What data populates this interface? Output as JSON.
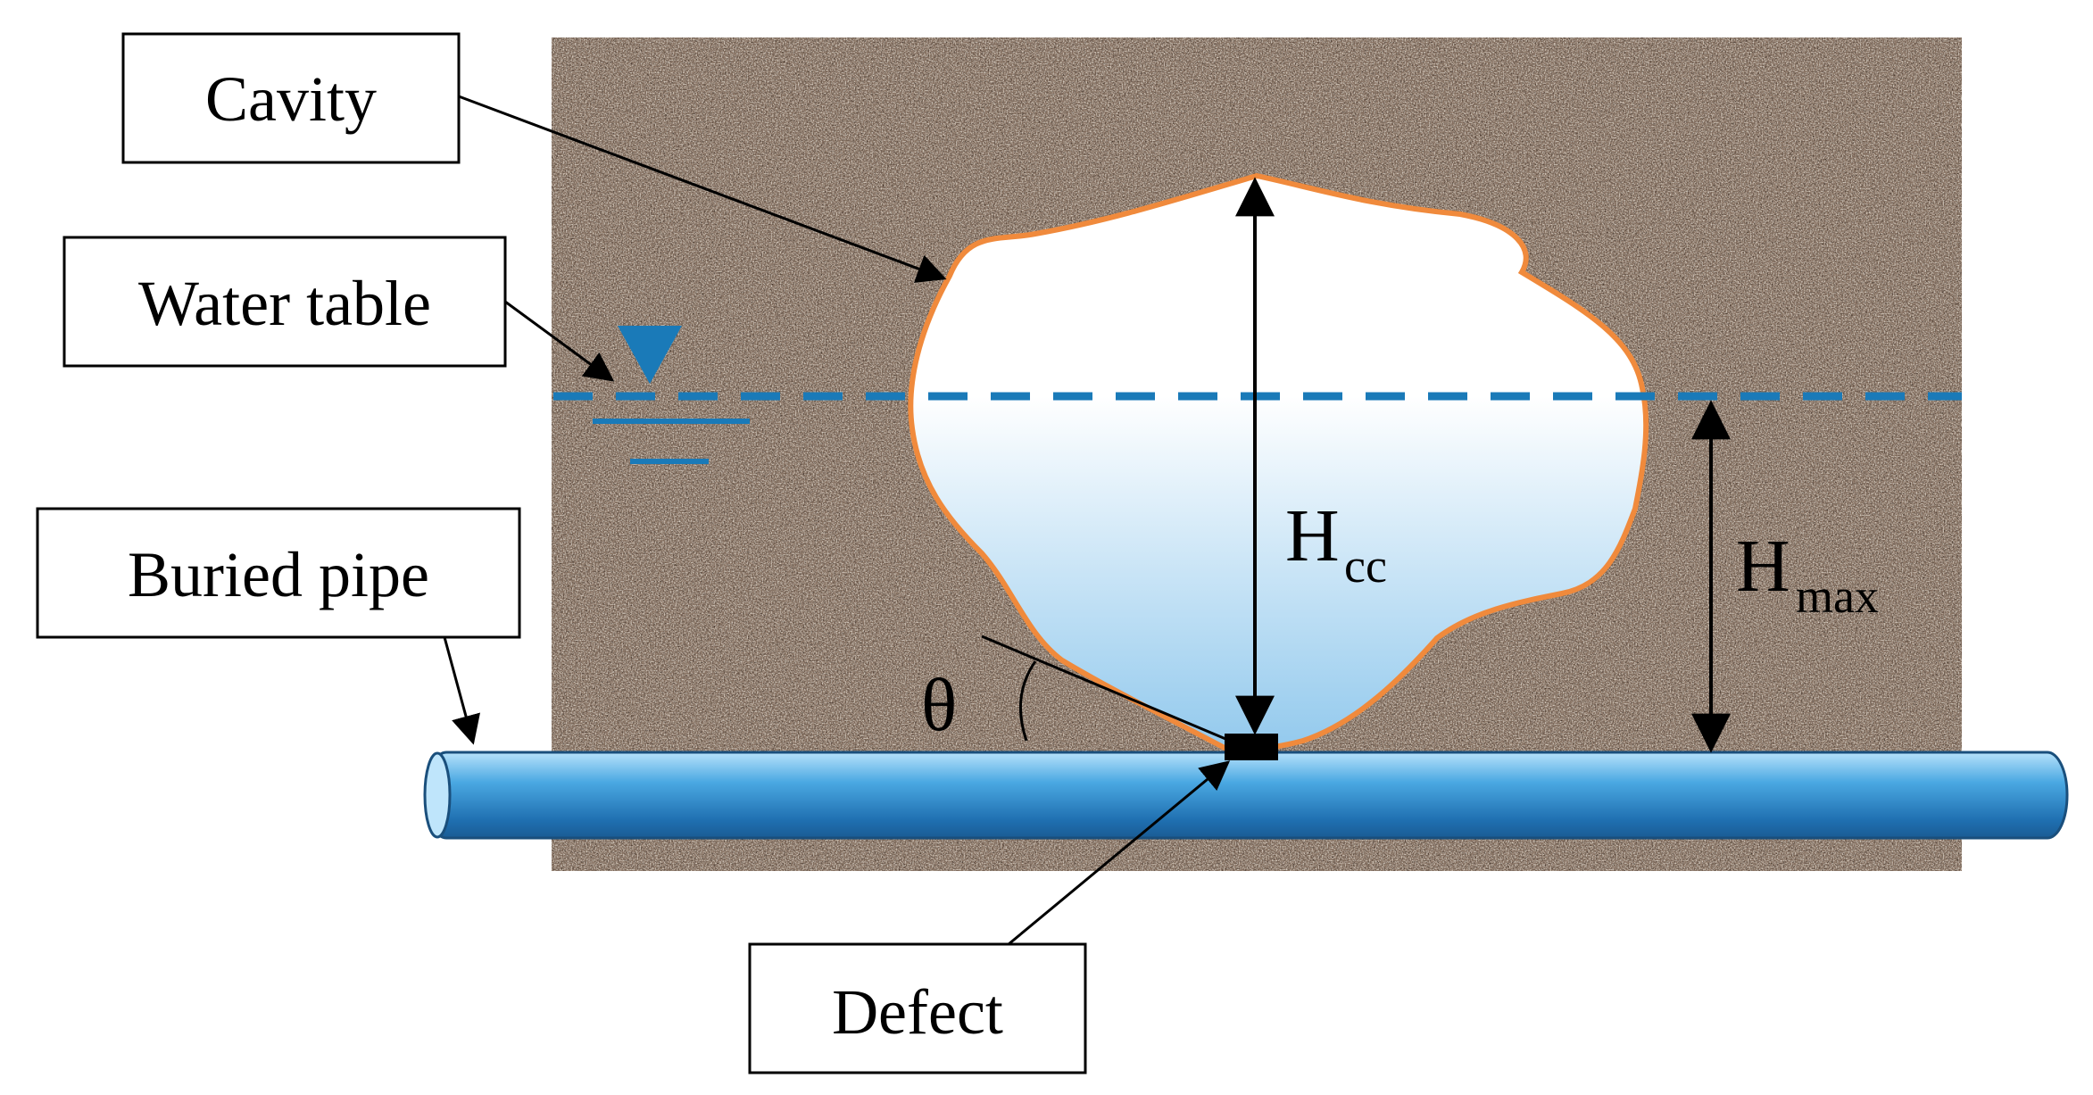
{
  "labels": {
    "cavity": "Cavity",
    "water_table": "Water table",
    "buried_pipe": "Buried pipe",
    "defect": "Defect"
  },
  "symbols": {
    "h_cc_main": "H",
    "h_cc_sub": "cc",
    "h_max_main": "H",
    "h_max_sub": "max",
    "theta": "θ"
  },
  "colors": {
    "soil": "#8a7565",
    "cavity_outline": "#f08a3c",
    "water_line": "#1a7ab8",
    "pipe": "#3a9bd8",
    "water_fill_bottom": "#90c8ec"
  },
  "icons": {
    "water_table_marker": "inverted-triangle-icon"
  }
}
